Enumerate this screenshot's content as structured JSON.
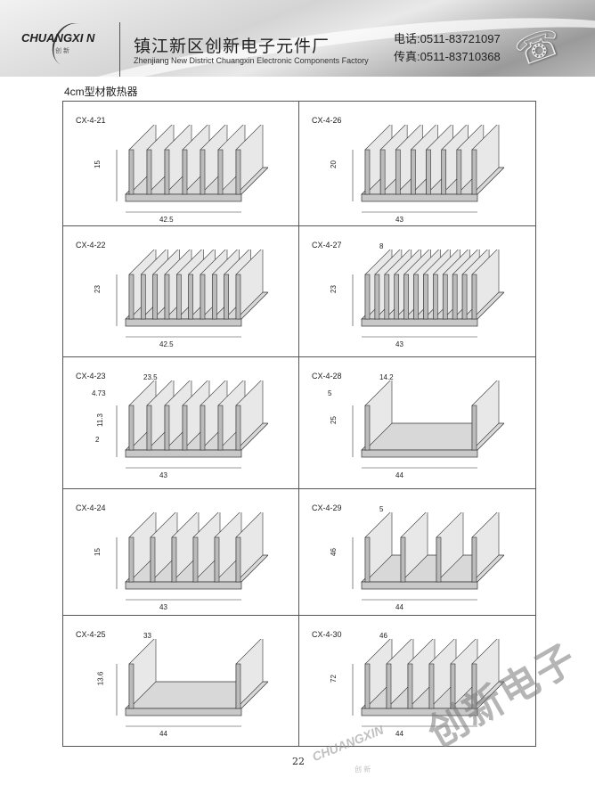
{
  "header": {
    "logo": "CHUANGXI N",
    "logo_sub": "创 新",
    "company_cn": "镇江新区创新电子元件厂",
    "company_en": "Zhenjiang New District Chuangxin Electronic Components Factory",
    "tel": "电话:0511-83721097",
    "fax": "传真:0511-83710368"
  },
  "section_title": "4cm型材散热器",
  "items": [
    {
      "model": "CX-4-21",
      "height": "15",
      "width": "42.5",
      "extra": [],
      "fins": 7
    },
    {
      "model": "CX-4-26",
      "height": "20",
      "width": "43",
      "extra": [],
      "fins": 8
    },
    {
      "model": "CX-4-22",
      "height": "23",
      "width": "42.5",
      "extra": [],
      "fins": 10
    },
    {
      "model": "CX-4-27",
      "height": "23",
      "width": "43",
      "extra": [
        "8"
      ],
      "fins": 12
    },
    {
      "model": "CX-4-23",
      "height": "11.3",
      "width": "43",
      "extra": [
        "23.5",
        "4.73",
        "2"
      ],
      "fins": 7
    },
    {
      "model": "CX-4-28",
      "height": "25",
      "width": "44",
      "extra": [
        "14.2",
        "5"
      ],
      "fins": 2
    },
    {
      "model": "CX-4-24",
      "height": "15",
      "width": "43",
      "extra": [],
      "fins": 6
    },
    {
      "model": "CX-4-29",
      "height": "46",
      "width": "44",
      "extra": [
        "5"
      ],
      "fins": 4
    },
    {
      "model": "CX-4-25",
      "height": "13.6",
      "width": "44",
      "extra": [
        "33"
      ],
      "fins": 2
    },
    {
      "model": "CX-4-30",
      "height": "72",
      "width": "44",
      "extra": [
        "46"
      ],
      "fins": 6
    }
  ],
  "page_number": "22",
  "watermark": {
    "text": "创新电子",
    "logo": "CHUANGXIN",
    "logo_sub": "创 新"
  }
}
